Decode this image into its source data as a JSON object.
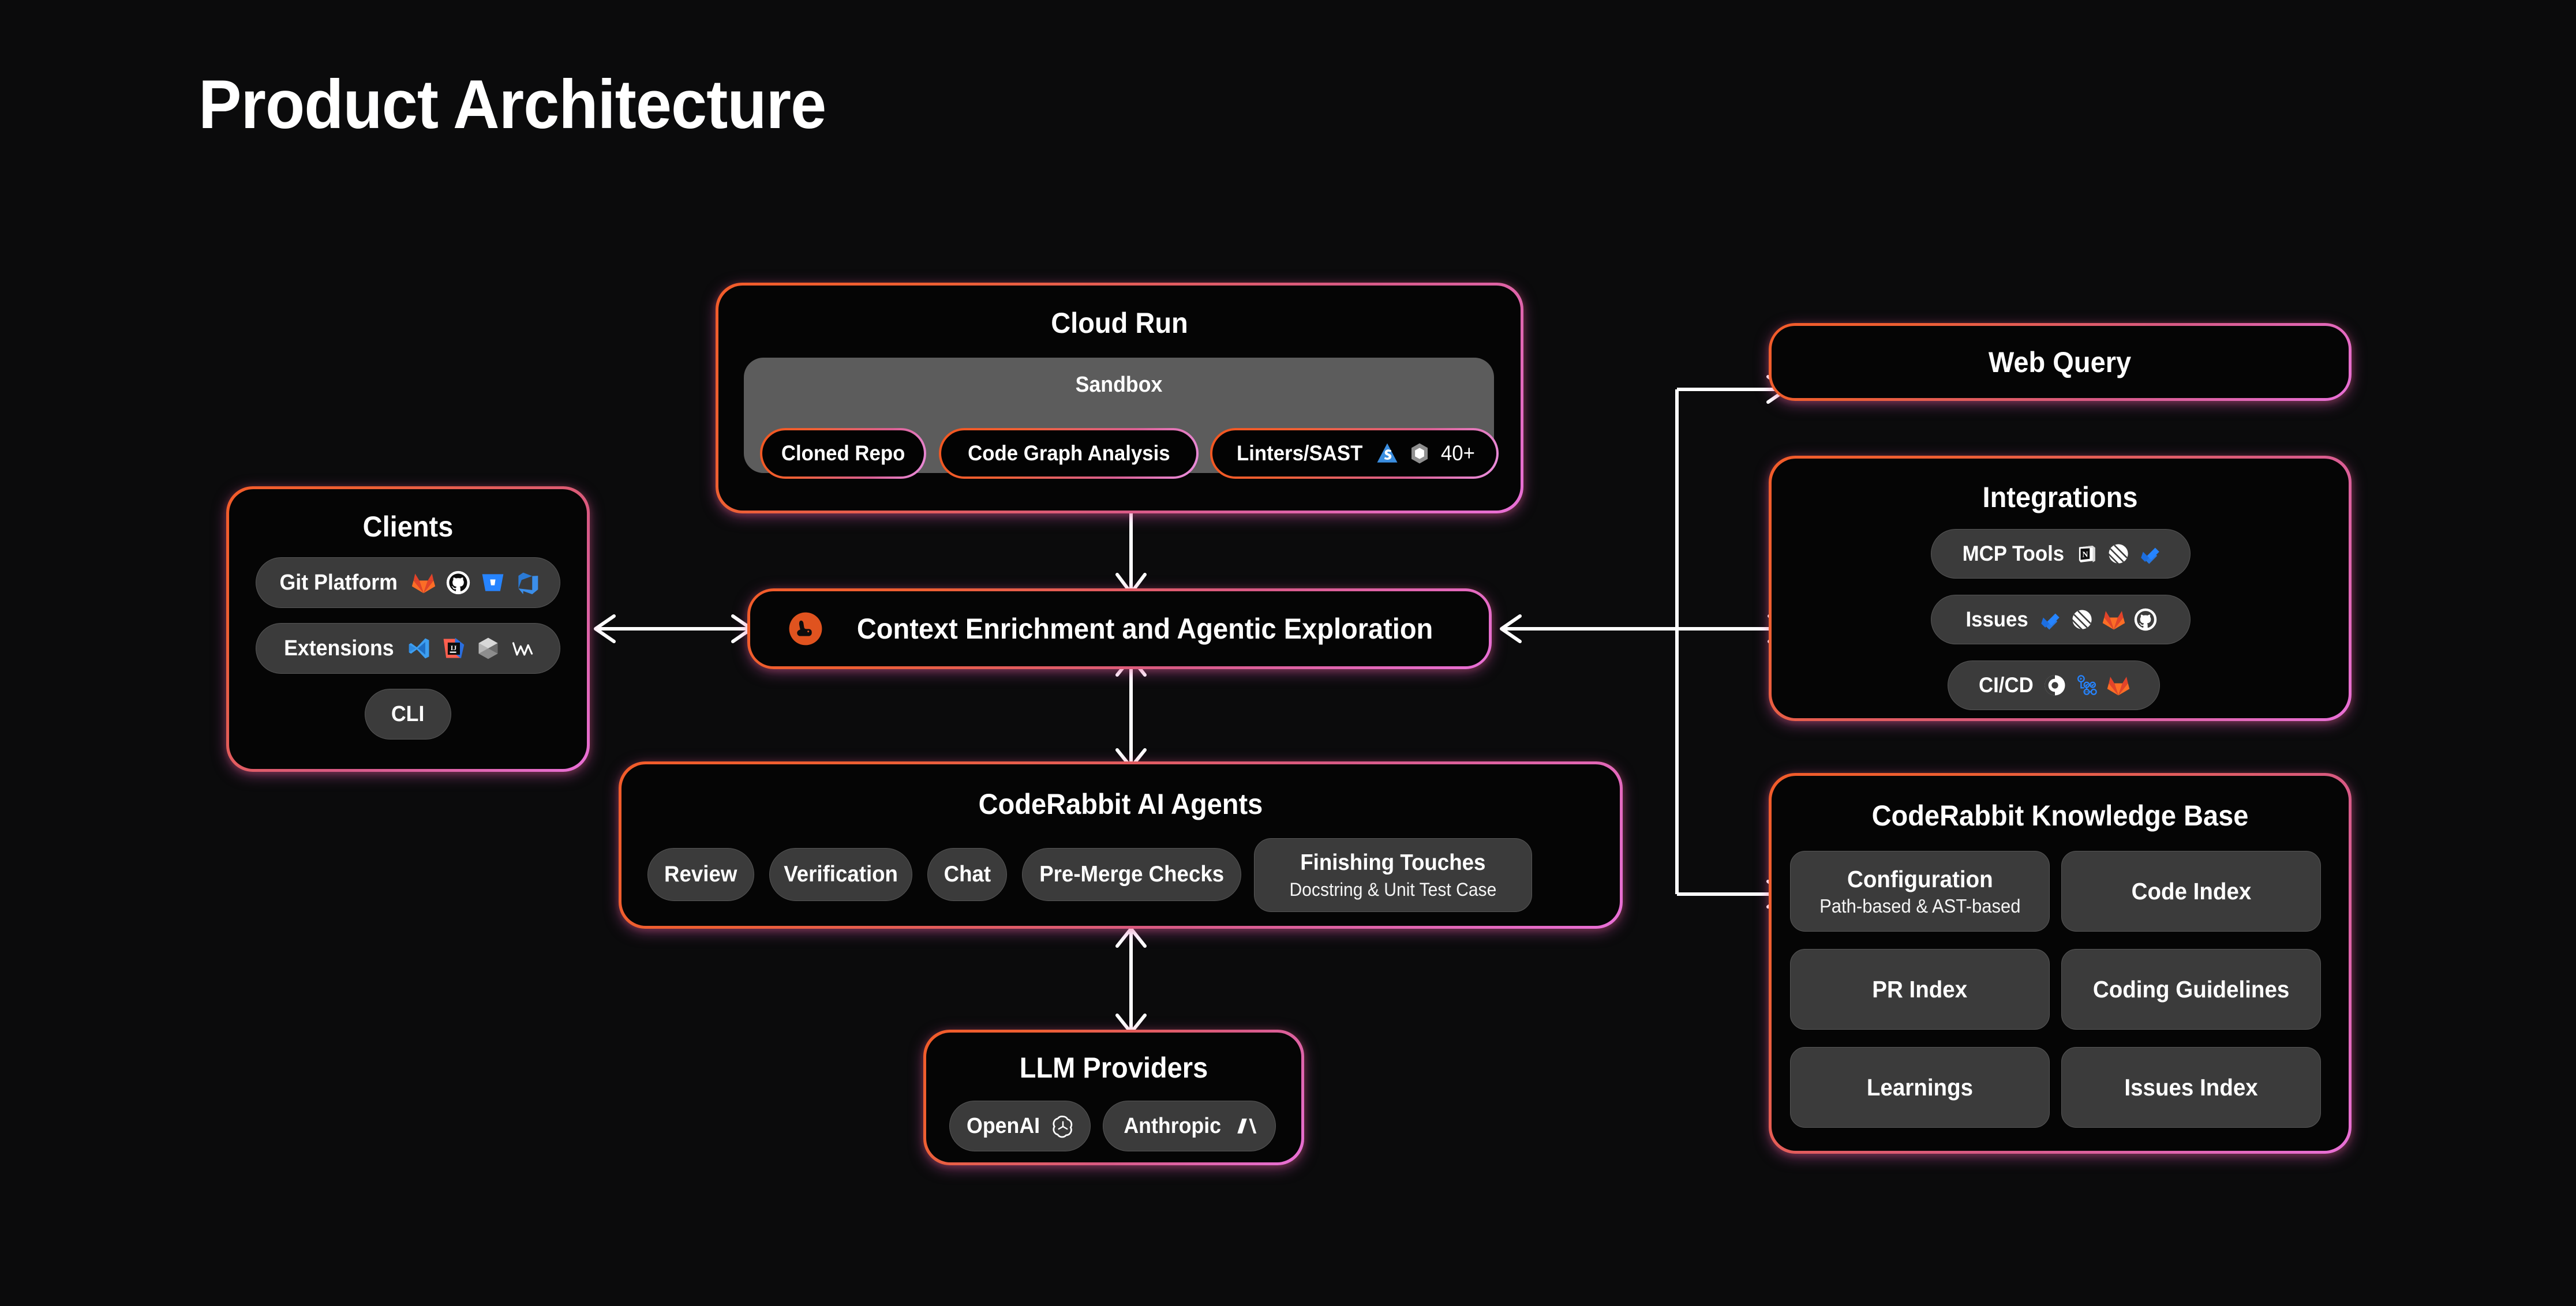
{
  "page": {
    "title": "Product Architecture",
    "background": "#0b0b0c",
    "accent_start": "#f25c2a",
    "accent_end": "#e970d8",
    "pill_bg": "#3b3b3b",
    "sandbox_bg": "#5c5c5c"
  },
  "cloud_run": {
    "title": "Cloud Run",
    "sandbox": {
      "title": "Sandbox",
      "items": [
        {
          "label": "Cloned Repo",
          "icons": []
        },
        {
          "label": "Code Graph Analysis",
          "icons": []
        },
        {
          "label": "Linters/SAST",
          "icons": [
            "semgrep-icon",
            "eslint-icon"
          ],
          "suffix": "40+"
        }
      ]
    }
  },
  "clients": {
    "title": "Clients",
    "rows": [
      {
        "label": "Git Platform",
        "icons": [
          "gitlab-icon",
          "github-icon",
          "bitbucket-icon",
          "azure-devops-icon"
        ]
      },
      {
        "label": "Extensions",
        "icons": [
          "vscode-icon",
          "intellij-icon",
          "cursor-icon",
          "windsurf-icon"
        ]
      }
    ],
    "cli": {
      "label": "CLI"
    }
  },
  "context_bar": {
    "label": "Context Enrichment and Agentic Exploration",
    "icon": "coderabbit-logo-icon"
  },
  "ai_agents": {
    "title": "CodeRabbit AI Agents",
    "pills": [
      {
        "label": "Review"
      },
      {
        "label": "Verification"
      },
      {
        "label": "Chat"
      },
      {
        "label": "Pre-Merge Checks"
      }
    ],
    "finishing": {
      "title": "Finishing Touches",
      "subtitle": "Docstring & Unit Test Case"
    }
  },
  "llm_providers": {
    "title": "LLM Providers",
    "pills": [
      {
        "label": "OpenAI",
        "icon": "openai-icon"
      },
      {
        "label": "Anthropic",
        "icon": "anthropic-icon"
      }
    ]
  },
  "web_query": {
    "title": "Web Query"
  },
  "integrations": {
    "title": "Integrations",
    "rows": [
      {
        "label": "MCP Tools",
        "icons": [
          "notion-icon",
          "linear-icon",
          "jira-icon"
        ]
      },
      {
        "label": "Issues",
        "icons": [
          "jira-icon",
          "linear-icon",
          "gitlab-icon",
          "github-icon"
        ]
      },
      {
        "label": "CI/CD",
        "icons": [
          "circleci-icon",
          "azure-pipelines-icon",
          "gitlab-icon"
        ]
      }
    ]
  },
  "knowledge_base": {
    "title": "CodeRabbit Knowledge Base",
    "cards": [
      {
        "title": "Configuration",
        "subtitle": "Path-based & AST-based"
      },
      {
        "title": "Code Index",
        "subtitle": ""
      },
      {
        "title": "PR Index",
        "subtitle": ""
      },
      {
        "title": "Coding Guidelines",
        "subtitle": ""
      },
      {
        "title": "Learnings",
        "subtitle": ""
      },
      {
        "title": "Issues Index",
        "subtitle": ""
      }
    ]
  }
}
